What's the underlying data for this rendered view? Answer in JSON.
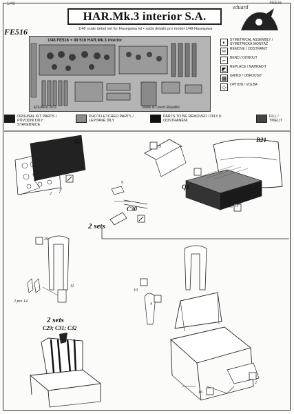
{
  "header": {
    "title": "HAR.Mk.3 interior S.A.",
    "code": "FE516",
    "scale_note": "1/48",
    "code_top": "FE516",
    "brand": "eduard",
    "subtitle": "1/48 scale detail set for Hasegawa kit • sada detailů pro model 1/48 Hasegawa"
  },
  "fret": {
    "label": "1/48   FE516 + 49 516   HAR.Mk.3 interior",
    "footer_left": "EDUARD 2011",
    "footer_right": "Made in Czech Republic"
  },
  "legend": [
    {
      "icon": "◐",
      "name": "symmetrical-assembly-icon",
      "text": "SYMETRICAL ASSEMBLY / SYMETRICKÁ MONTÁŽ"
    },
    {
      "icon": "✂",
      "name": "remove-icon",
      "text": "REMOVE / ODSTRANIT"
    },
    {
      "icon": "⌐",
      "name": "bend-icon",
      "text": "BEND / OHNOUT"
    },
    {
      "icon": "◩",
      "name": "replace-icon",
      "text": "REPLACE / NAHRADIT"
    },
    {
      "icon": "▦",
      "name": "grind-icon",
      "text": "GRIND / OBROUSIT"
    },
    {
      "icon": "◇",
      "name": "option-icon",
      "text": "OPTION / VOLBA"
    }
  ],
  "keys": [
    {
      "color": "#1a1a1a",
      "text": "ORIGINAL KIT PARTS / PŮVODNÍ DÍLY STAVEBNICE"
    },
    {
      "color": "#8a8a8a",
      "text": "PHOTO-ETCHED PARTS / LEPTANÉ DÍLY"
    },
    {
      "color": "#111111",
      "text": "PARTS TO BE REMOVED / DÍLY K ODSTRANĚNÍ"
    },
    {
      "color": "#444444",
      "text": "FILL / TMELIT"
    }
  ],
  "callouts": {
    "q2": "Q2",
    "b21": "B21",
    "q1": "Q1",
    "c30": "C30",
    "sets1": "2 sets",
    "sets2": "2 sets",
    "parts_c": "C29; C31; C32",
    "n2pcs": "2 pcs 14",
    "n19": "19",
    "n29": "29",
    "n11": "11",
    "n10": "10",
    "n4": "4",
    "n16": "16",
    "n2a": "2",
    "n3": "3",
    "n9": "9",
    "n2b": "2",
    "n14": "14"
  }
}
